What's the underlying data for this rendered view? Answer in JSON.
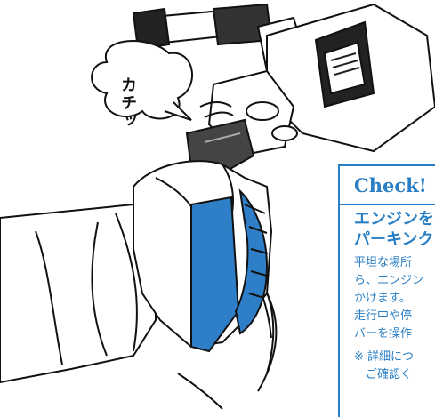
{
  "illustration": {
    "sound_effect": "カチッ",
    "grip_color": "#2f7fc8",
    "line_color": "#111111"
  },
  "check_panel": {
    "title": "Check!",
    "heading_lines": [
      "エンジンを",
      "パーキンク"
    ],
    "body_lines": [
      "平坦な場所",
      "ら、エンジン",
      "かけます。",
      "走行中や停",
      "バーを操作"
    ],
    "note_lines": [
      "※ 詳細につ",
      "　ご確認く"
    ],
    "accent_color": "#2a7fc4"
  }
}
